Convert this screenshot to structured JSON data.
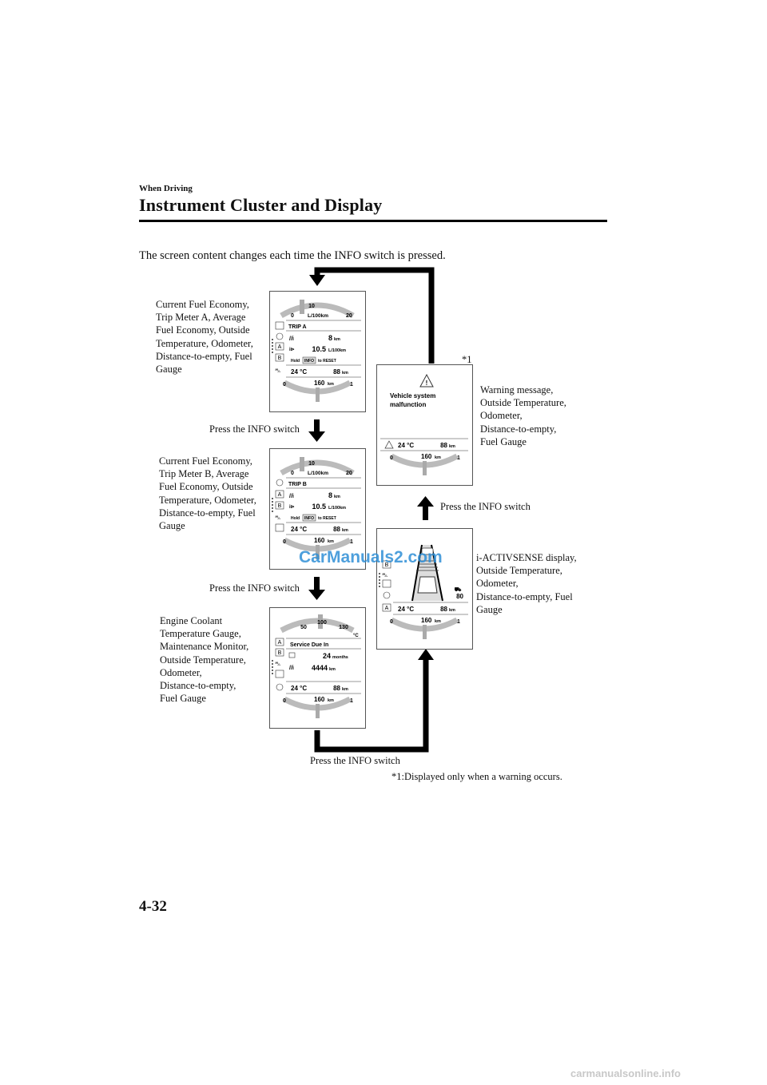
{
  "header": {
    "section": "When Driving",
    "title": "Instrument Cluster and Display"
  },
  "intro": "The screen content changes each time the INFO switch is pressed.",
  "descriptions": {
    "trip_a": [
      "Current Fuel Economy,",
      "Trip Meter A, Average",
      "Fuel Economy, Outside",
      "Temperature, Odometer,",
      "Distance-to-empty, Fuel",
      "Gauge"
    ],
    "trip_b": [
      "Current Fuel Economy,",
      "Trip Meter B, Average",
      "Fuel Economy, Outside",
      "Temperature, Odometer,",
      "Distance-to-empty, Fuel",
      "Gauge"
    ],
    "coolant": [
      "Engine Coolant",
      "Temperature Gauge,",
      "Maintenance Monitor,",
      "Outside Temperature,",
      "Odometer,",
      "Distance-to-empty,",
      "Fuel Gauge"
    ],
    "warning": [
      "Warning message,",
      "Outside Temperature,",
      "Odometer,",
      "Distance-to-empty,",
      "Fuel Gauge"
    ],
    "iactivsense": [
      "i-ACTIVSENSE display,",
      "Outside Temperature,",
      "Odometer,",
      "Distance-to-empty, Fuel",
      "Gauge"
    ]
  },
  "press_label": "Press the INFO switch",
  "asterisk_mark": "*1",
  "footnote": "*1:Displayed only when a warning occurs.",
  "page_number": "4-32",
  "watermark": "CarManuals2.com",
  "footer_watermark": "carmanualsonline.info",
  "screens": {
    "econ_scale": [
      "0",
      "10",
      "20"
    ],
    "econ_unit": "L/100km",
    "trip_a_label": "TRIP A",
    "trip_b_label": "TRIP B",
    "current_value": "8",
    "current_unit": "km",
    "average_value": "10.5",
    "average_unit": "L/100km",
    "hold_text": "Hold",
    "info_text": "INFO",
    "reset_text": "to RESET",
    "temperature": "24 °C",
    "odometer": "88",
    "odometer_unit": "km",
    "range": "160",
    "range_unit": "km",
    "fuel_scale": [
      "0",
      "1"
    ],
    "coolant_scale": [
      "50",
      "100",
      "130"
    ],
    "coolant_unit": "°C",
    "service_title": "Service Due In",
    "service_months": "24",
    "service_months_unit": "months",
    "service_distance": "4444",
    "service_distance_unit": "km",
    "warning_line1": "Vehicle system",
    "warning_line2": "malfunction",
    "speed_setting": "80",
    "letter_a": "A",
    "letter_b": "B"
  }
}
